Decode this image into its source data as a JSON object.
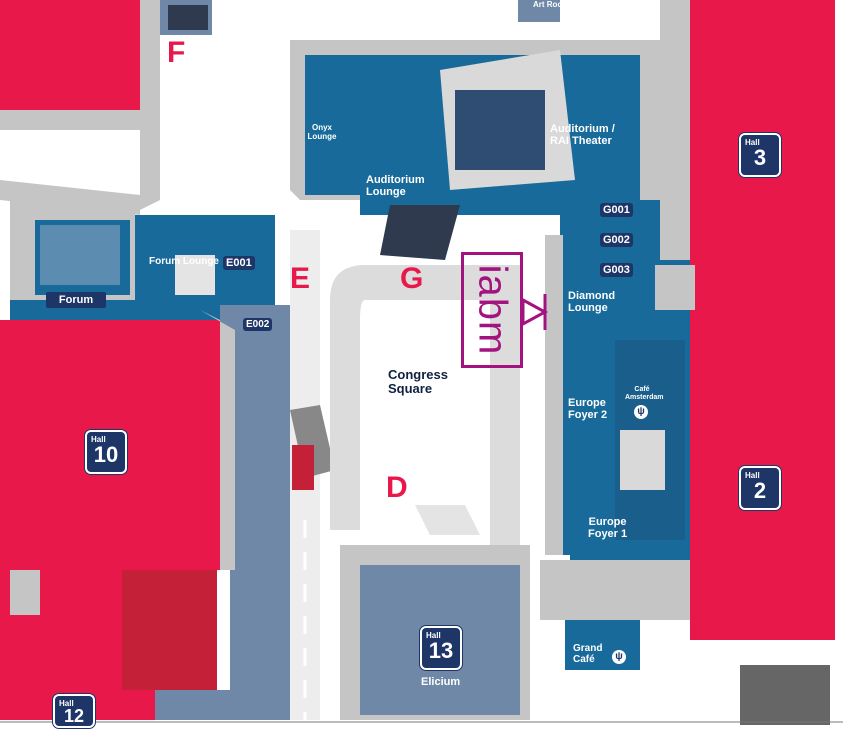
{
  "colors": {
    "hall_red": "#e8194a",
    "dark_blue": "#1e3567",
    "teal_blue": "#176a9a",
    "slate": "#6f88a8",
    "grey": "#c8c8c8",
    "iabm_magenta": "#a3137f"
  },
  "zones": {
    "f": "F",
    "e": "E",
    "g": "G",
    "d": "D"
  },
  "halls": {
    "word": "Hall",
    "h3": "3",
    "h10": "10",
    "h2": "2",
    "h13": "13",
    "h12": "12"
  },
  "rooms": {
    "art_room": "Art Room",
    "onyx_lounge": "Onyx\nLounge",
    "auditorium_lounge": "Auditorium\nLounge",
    "auditorium_theater": "Auditorium /\nRAI Theater",
    "forum_lounge": "Forum Lounge",
    "e001": "E001",
    "e002": "E002",
    "forum": "Forum",
    "g001": "G001",
    "g002": "G002",
    "g003": "G003",
    "diamond_lounge": "Diamond\nLounge",
    "congress_square": "Congress\nSquare",
    "cafe_amsterdam": "Café\nAmsterdam",
    "europe_foyer_2": "Europe\nFoyer 2",
    "europe_foyer_1": "Europe\nFoyer 1",
    "grand_cafe": "Grand\nCafé",
    "elicium": "Elicium"
  },
  "exhibitor": {
    "logo": "iabm"
  },
  "icons": {
    "cafe": "fork-knife-icon"
  }
}
